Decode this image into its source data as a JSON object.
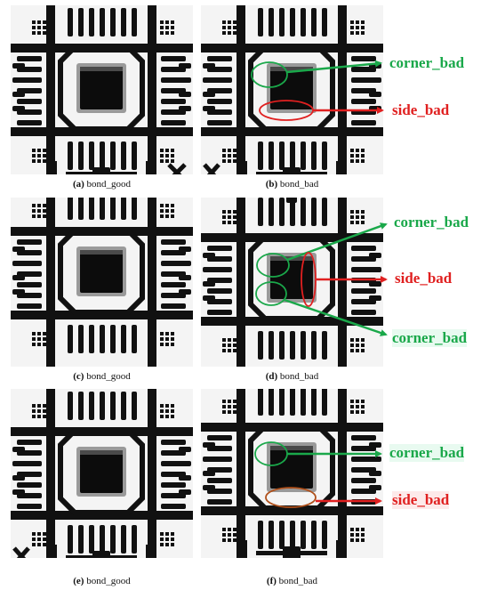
{
  "panels": [
    {
      "id": "a",
      "caption_letter": "(a)",
      "caption_text": "bond_good"
    },
    {
      "id": "b",
      "caption_letter": "(b)",
      "caption_text": "bond_bad"
    },
    {
      "id": "c",
      "caption_letter": "(c)",
      "caption_text": "bond_good"
    },
    {
      "id": "d",
      "caption_letter": "(d)",
      "caption_text": "bond_bad"
    },
    {
      "id": "e",
      "caption_letter": "(e)",
      "caption_text": "bond_good"
    },
    {
      "id": "f",
      "caption_letter": "(f)",
      "caption_text": "bond_bad"
    }
  ],
  "annotations": {
    "b_corner": "corner_bad",
    "b_side": "side_bad",
    "d_corner_top": "corner_bad",
    "d_side": "side_bad",
    "d_corner_bottom": "corner_bad",
    "f_corner": "corner_bad",
    "f_side": "side_bad"
  },
  "colors": {
    "corner": "#1aa84a",
    "side": "#e02020",
    "side_dark": "#b0501a",
    "label_bg": "#e8faf0",
    "side_bg": "#fdeaea"
  }
}
